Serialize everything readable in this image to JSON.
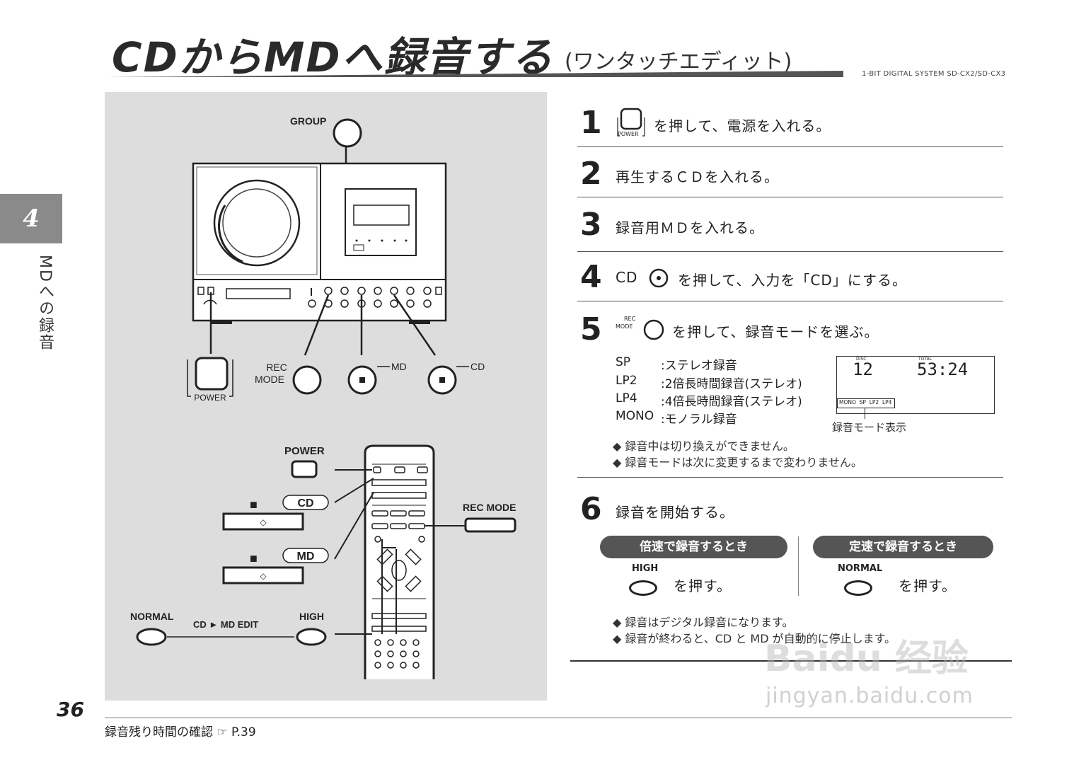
{
  "header": {
    "title": "CDからMDへ録音する",
    "subtitle": "(ワンタッチエディット)",
    "model": "1-BIT DIGITAL SYSTEM SD-CX2/SD-CX3"
  },
  "chapter": {
    "number": "4",
    "label": "MDへの録音"
  },
  "figure": {
    "group_label": "GROUP",
    "power_label": "POWER",
    "rec_mode_label_1": "REC",
    "rec_mode_label_2": "MODE",
    "md_label": "MD",
    "cd_label": "CD",
    "stop_symbol": "■",
    "remote_power_label": "POWER",
    "remote_cd_label": "CD",
    "remote_md_label": "MD",
    "remote_rec_mode_label": "REC MODE",
    "normal_label": "NORMAL",
    "edit_label": "CD ► MD EDIT",
    "high_label": "HIGH",
    "diamond": "◇"
  },
  "steps": [
    {
      "num": "1",
      "icon_label": "POWER",
      "text": "を押して、電源を入れる。"
    },
    {
      "num": "2",
      "text": "再生するＣＤを入れる。"
    },
    {
      "num": "3",
      "text": "録音用ＭＤを入れる。"
    },
    {
      "num": "4",
      "prefix": "CD",
      "text": "を押して、入力を「CD」にする。"
    },
    {
      "num": "5",
      "icon_label_1": "REC",
      "icon_label_2": "MODE",
      "text": "を押して、録音モードを選ぶ。"
    },
    {
      "num": "6",
      "text": "録音を開始する。"
    }
  ],
  "modes": [
    {
      "code": "SP",
      "desc": ":ステレオ録音"
    },
    {
      "code": "LP2",
      "desc": ":2倍長時間録音(ステレオ)"
    },
    {
      "code": "LP4",
      "desc": ":4倍長時間録音(ステレオ)"
    },
    {
      "code": "MONO",
      "desc": ":モノラル録音"
    }
  ],
  "display": {
    "disc_label": "DISC",
    "disc_value": "12",
    "total_label": "TOTAL",
    "time_value": "53:24",
    "mode_indicators": "MONO  SP  LP2  LP4",
    "caption": "録音モード表示"
  },
  "notes_step5": [
    "◆ 録音中は切り換えができません。",
    "◆ 録音モードは次に変更するまで変わりません。"
  ],
  "step6": {
    "fast_heading": "倍速で録音するとき",
    "fast_button": "HIGH",
    "fast_action": "を押す。",
    "normal_heading": "定速で録音するとき",
    "normal_button": "NORMAL",
    "normal_action": "を押す。"
  },
  "notes_step6": [
    "◆ 録音はデジタル録音になります。",
    "◆ 録音が終わると、CD と MD が自動的に停止します。"
  ],
  "footer": {
    "page_number": "36",
    "reference": "録音残り時間の確認 ☞ P.39"
  },
  "watermark": {
    "line1": "Baidu 经验",
    "line2": "jingyan.baidu.com"
  }
}
